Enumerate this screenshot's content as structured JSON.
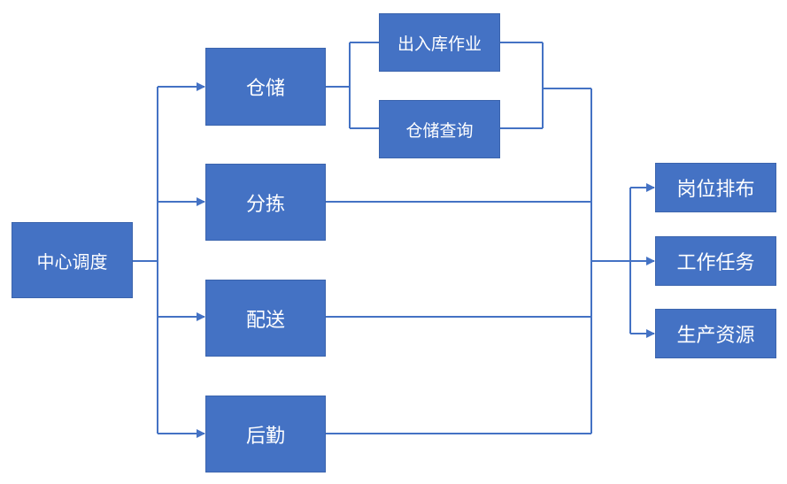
{
  "colors": {
    "box_fill": "#4472C4",
    "line": "#4472C4",
    "text": "#FFFFFF"
  },
  "nodes": {
    "center": "中心调度",
    "storage": "仓储",
    "inout": "出入库作业",
    "query": "仓储查询",
    "sorting": "分拣",
    "delivery": "配送",
    "logistics": "后勤",
    "post": "岗位排布",
    "task": "工作任务",
    "resource": "生产资源"
  }
}
